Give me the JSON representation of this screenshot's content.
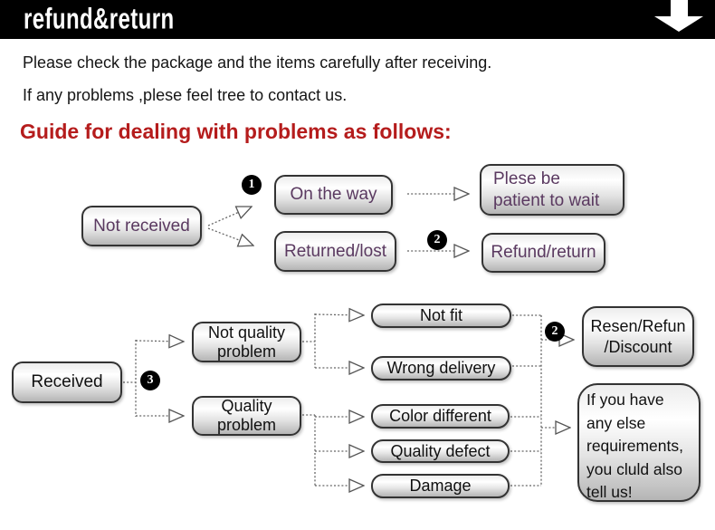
{
  "banner": {
    "title": "refund&return",
    "bg_color": "#000000",
    "arrow_icon": "down-arrow"
  },
  "intro": {
    "line1": "Please check the package and the items carefully after receiving.",
    "line2": "If any problems ,plese feel tree to contact us."
  },
  "guide_heading": "Guide for dealing with problems as follows:",
  "colors": {
    "heading_red": "#b51c1c",
    "flow_text_purple": "#5a3960",
    "flow_text_black": "#101010",
    "badge_bg": "#000000",
    "box_border": "#333333"
  },
  "flow_not_received": {
    "not_received": "Not received",
    "badge1": "1",
    "on_the_way": "On the way",
    "returned_lost": "Returned/lost",
    "please_wait": "Plese be\npatient to wait",
    "badge2": "2",
    "refund_return": "Refund/return"
  },
  "flow_received": {
    "received": "Received",
    "badge3": "3",
    "not_quality_problem": "Not quality\nproblem",
    "quality_problem": "Quality\nproblem",
    "not_fit": "Not fit",
    "wrong_delivery": "Wrong delivery",
    "color_different": "Color different",
    "quality_defect": "Quality defect",
    "damage": "Damage",
    "badge2": "2",
    "resen_refun_discount": "Resen/Refun\n/Discount",
    "note": "If you have\nany else\nrequirements,\nyou cluld also\ntell us!"
  }
}
